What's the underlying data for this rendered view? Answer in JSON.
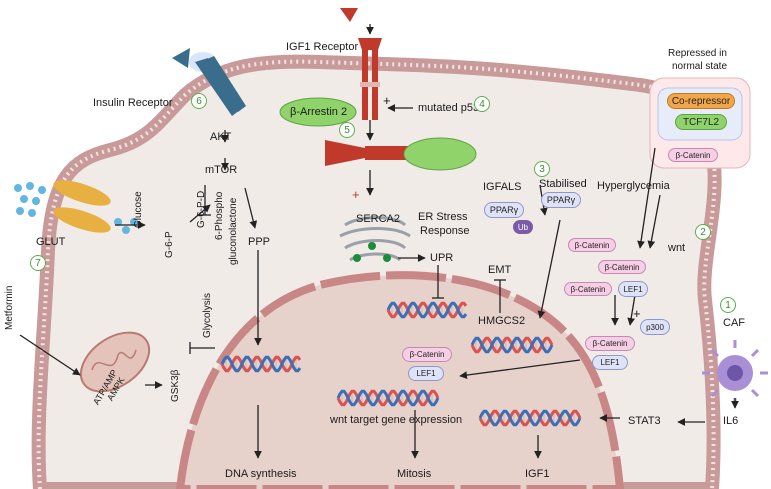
{
  "labels": {
    "igf1_receptor": "IGF1 Receptor",
    "insulin_receptor": "Insulin Receptor",
    "beta_arrestin2": "β-Arrestin 2",
    "mutated_p53": "mutated p53",
    "repressed_title_1": "Repressed in",
    "repressed_title_2": "normal state",
    "co_repressor": "Co-repressor",
    "tcf7l2": "TCF7L2",
    "beta_catenin": "β-Catenin",
    "hyperglycemia": "Hyperglycemia",
    "wnt": "wnt",
    "lef1": "LEF1",
    "p300": "p300",
    "caf": "CAF",
    "il6": "IL6",
    "stat3": "STAT3",
    "igf1": "IGF1",
    "mitosis": "Mitosis",
    "dna_synthesis": "DNA synthesis",
    "wnt_target": "wnt target gene expression",
    "hmgcs2": "HMGCS2",
    "emt": "EMT",
    "upr": "UPR",
    "serca2": "SERCA2",
    "er_stress_1": "ER Stress",
    "er_stress_2": "Response",
    "igfals": "IGFALS",
    "stabilised": "Stabilised",
    "ppar_g": "PPARγ",
    "ub": "Ub",
    "akt": "AKT",
    "mtor": "mTOR",
    "g6pd": "G-6-P-D",
    "phospho_gluconolactone_1": "6-Phospho",
    "phospho_gluconolactone_2": "gluconolactone",
    "ppp": "PPP",
    "glucose": "Glucose",
    "g6p": "G-6-P",
    "glycolysis": "Glycolysis",
    "glut": "GLUT",
    "metformin": "Metformin",
    "atp_amp": "ATP/AMP",
    "ampk": "AMPK",
    "gsk3b": "GSK3β",
    "plus": "+"
  },
  "numbers": [
    "1",
    "2",
    "3",
    "4",
    "5",
    "6",
    "7"
  ],
  "colors": {
    "membrane": "#c99a9a",
    "cytoplasm": "#f1ebe8",
    "nucleus": "#e7d2cb",
    "nucleus_border": "#c98686",
    "receptor_red": "#c0392b",
    "receptor_blue": "#3a6d8c",
    "green_protein": "#8fd36a",
    "glut_yellow": "#e7b041",
    "pink_protein": "#f6cfe6",
    "lavender_protein": "#dfe3f7",
    "number_green": "#58b04a",
    "dna_red": "#d9534f",
    "dna_blue": "#3d6fb6"
  }
}
